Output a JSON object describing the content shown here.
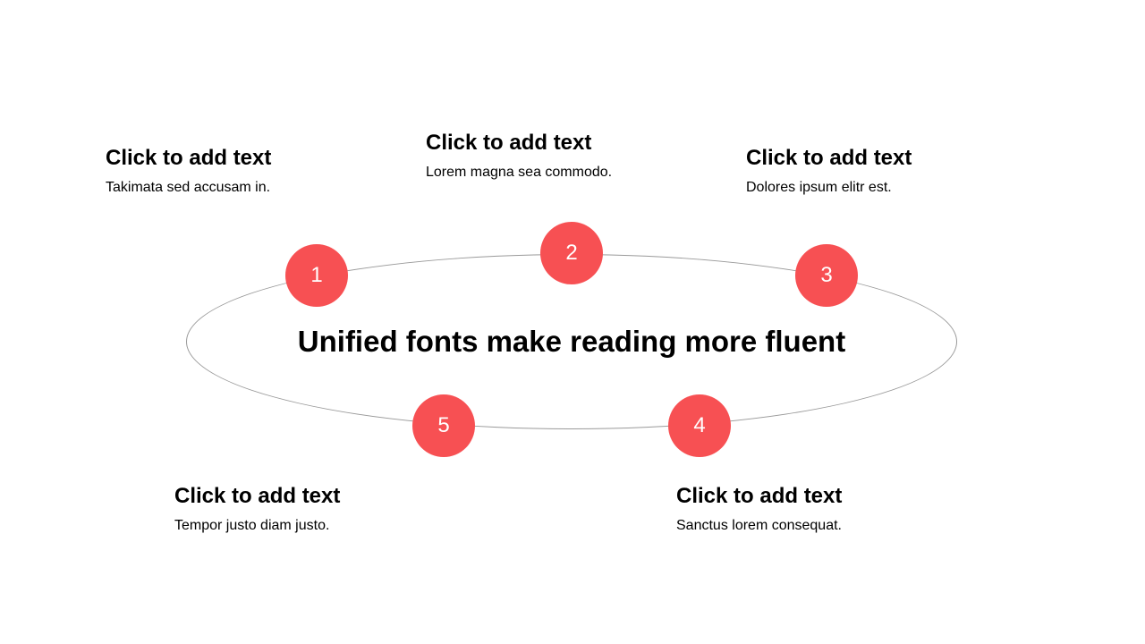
{
  "accent_color": "#F75053",
  "title": "Unified fonts make reading more fluent",
  "steps": [
    {
      "number": "1",
      "heading": "Click to add text",
      "text": "Takimata sed accusam in."
    },
    {
      "number": "2",
      "heading": "Click to add text",
      "text": "Lorem magna sea commodo."
    },
    {
      "number": "3",
      "heading": "Click to add text",
      "text": "Dolores ipsum elitr est."
    },
    {
      "number": "4",
      "heading": "Click to add text",
      "text": "Sanctus lorem consequat."
    },
    {
      "number": "5",
      "heading": "Click to add text",
      "text": "Tempor justo diam justo."
    }
  ]
}
